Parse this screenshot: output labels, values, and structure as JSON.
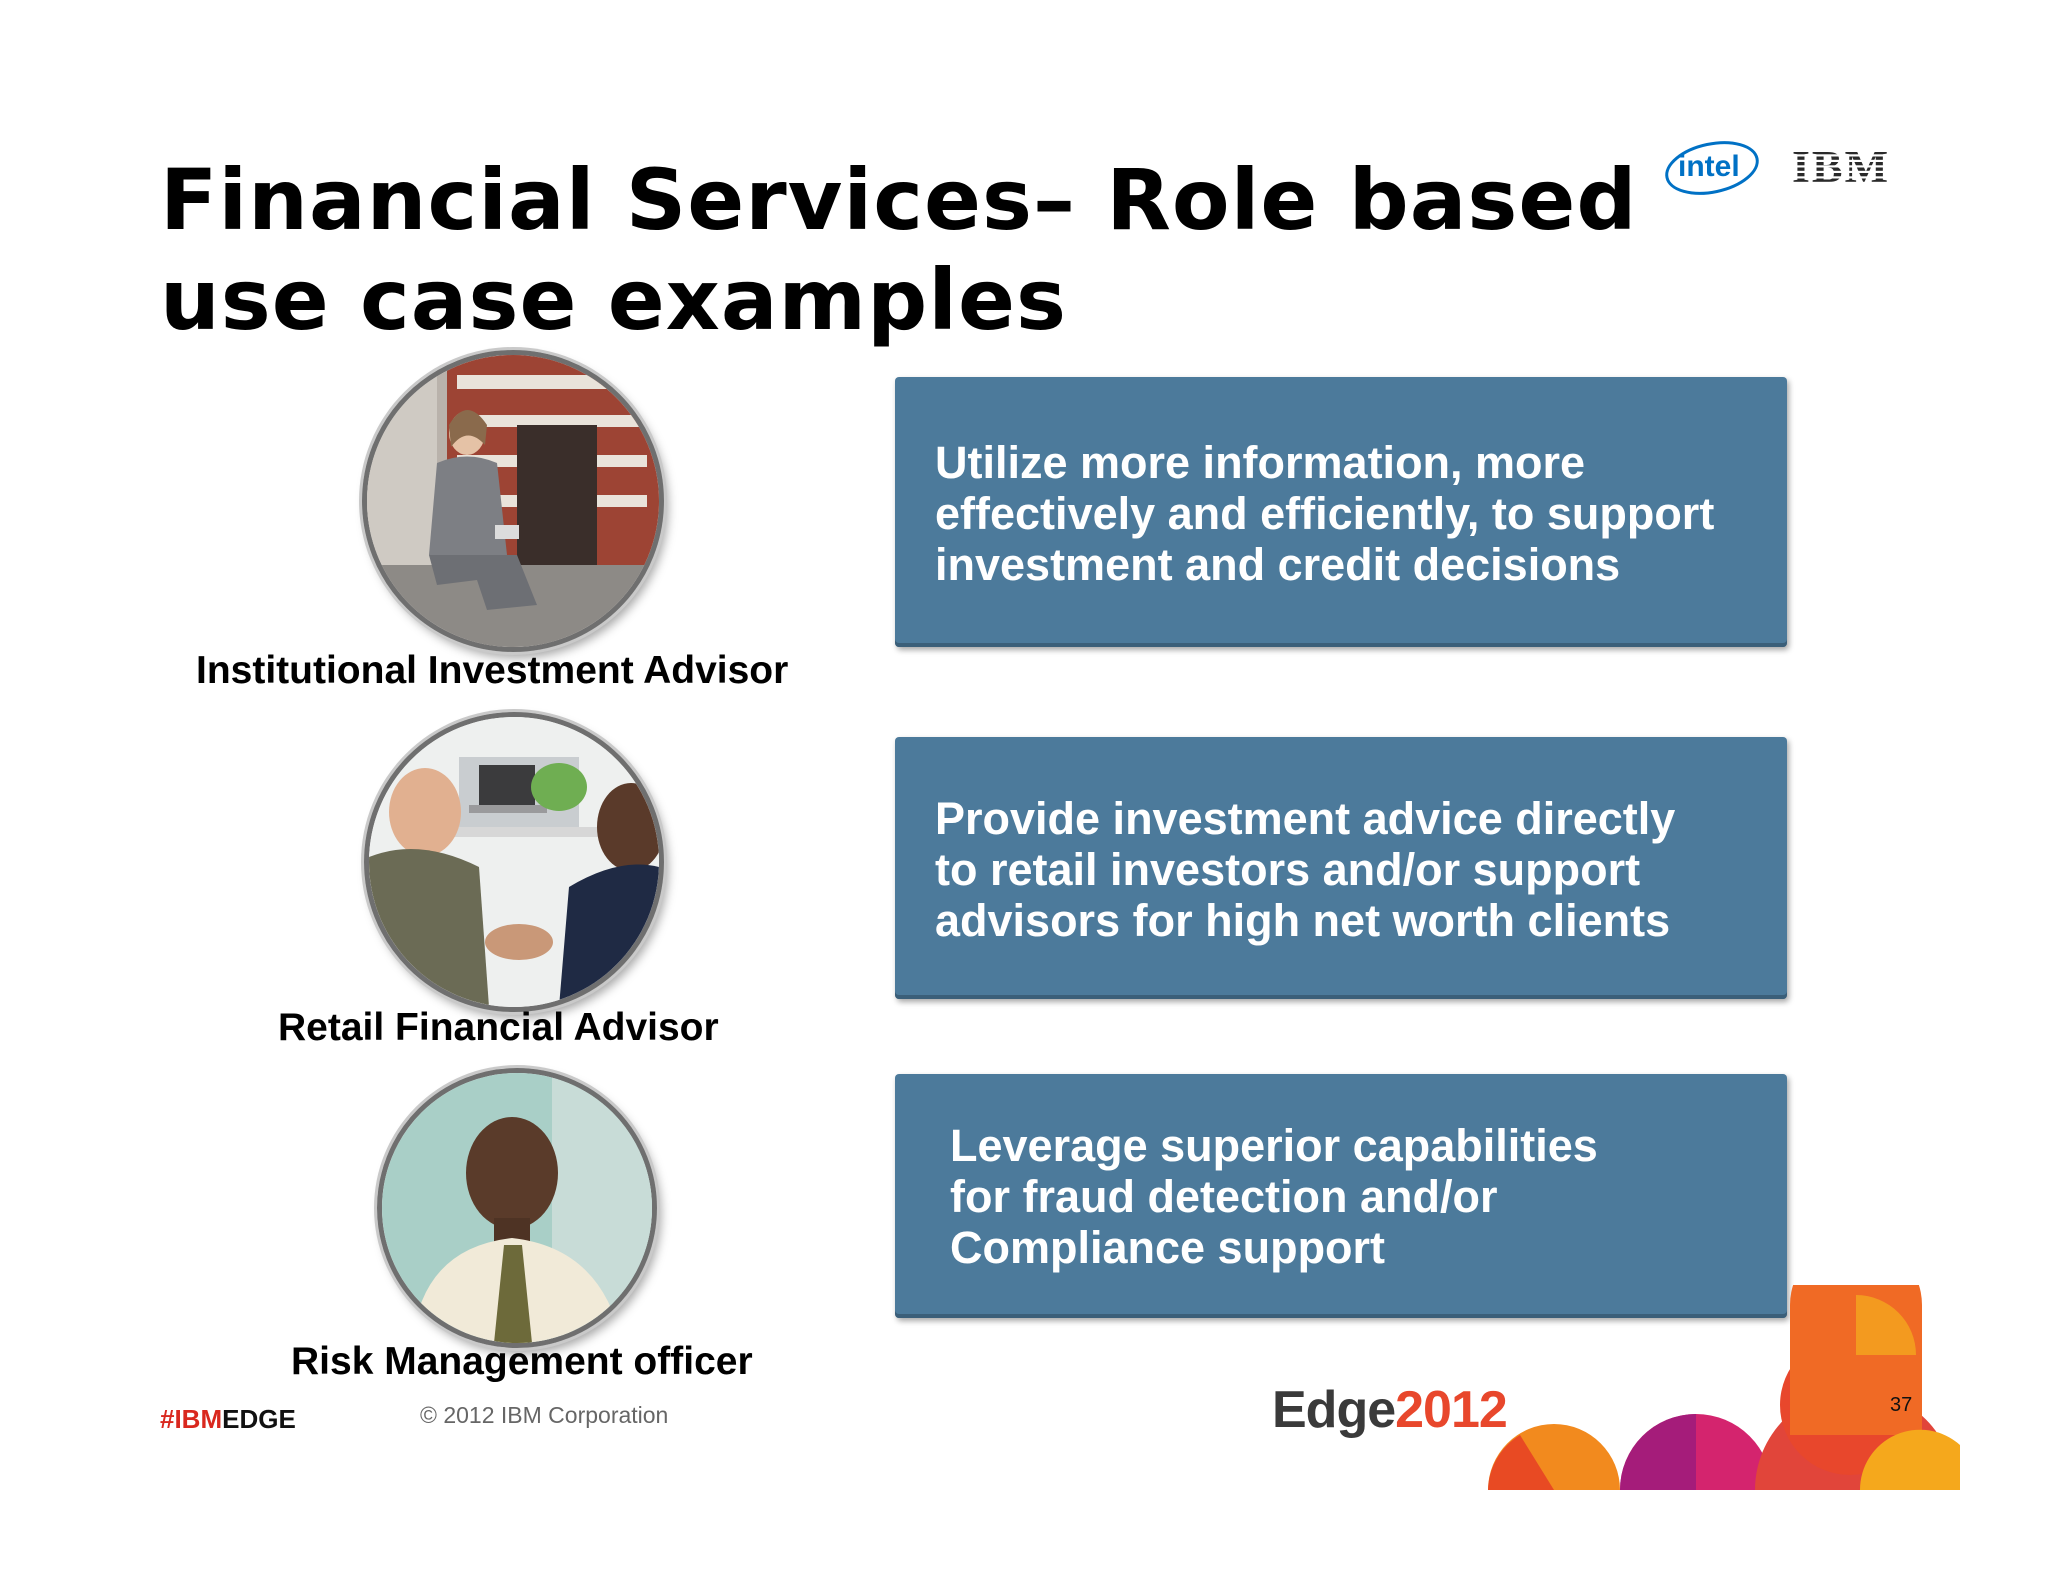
{
  "slide": {
    "title": "Financial Services– Role based use case examples",
    "page_number": "37"
  },
  "logos": {
    "intel_text": "intel",
    "ibm_text": "IBM"
  },
  "roles": [
    {
      "label": "Institutional Investment Advisor",
      "image": "investment-advisor-photo"
    },
    {
      "label": "Retail Financial Advisor",
      "image": "retail-advisor-handshake-photo"
    },
    {
      "label": "Risk Management officer",
      "image": "risk-officer-photo"
    }
  ],
  "boxes": [
    {
      "text": "Utilize more information, more\neffectively and efficiently, to support\ninvestment and credit decisions"
    },
    {
      "text": "Provide investment advice directly\nto retail investors and/or support\nadvisors for high net worth clients"
    },
    {
      "text": "Leverage superior capabilities\nfor fraud detection and/or\nCompliance support"
    }
  ],
  "footer": {
    "hashtag_red": "#IBM",
    "hashtag_black": "EDGE",
    "copyright": "© 2012 IBM Corporation",
    "edge_word": "Edge",
    "edge_year": "2012"
  },
  "colors": {
    "box_fill": "#4c7a9b",
    "box_text": "#ffffff",
    "accent_red": "#d9281e",
    "edge_orange": "#e8472c"
  }
}
